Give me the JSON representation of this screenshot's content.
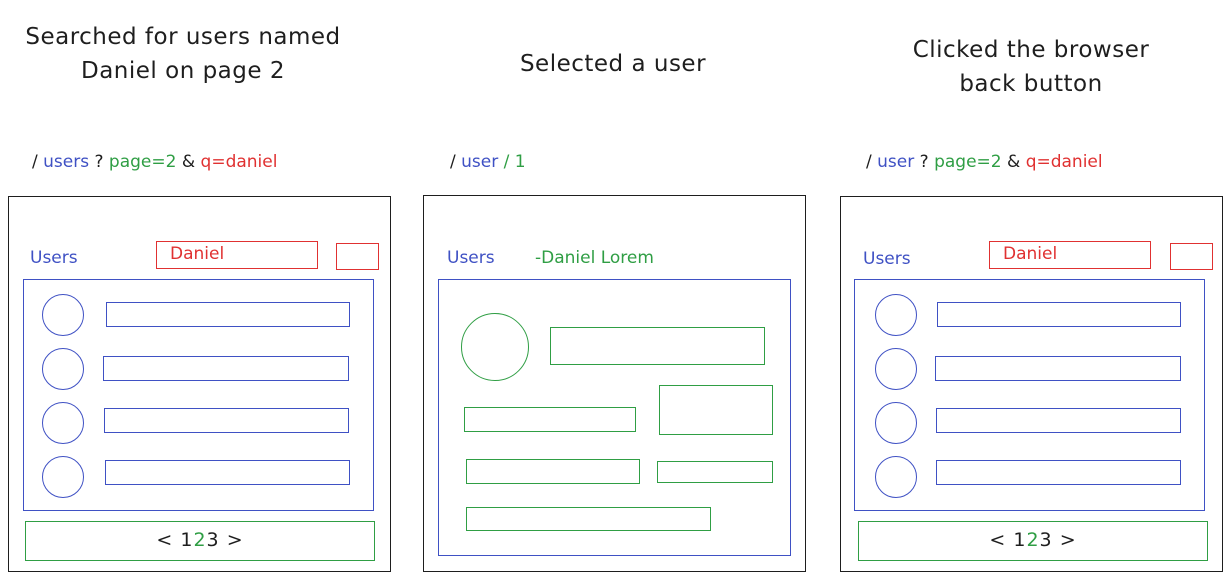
{
  "colors": {
    "path": "#3f51c4",
    "page_param": "#2f9e44",
    "query_param": "#e03131",
    "text": "#1e1e1e"
  },
  "steps": [
    {
      "title_lines": [
        "Searched for users named",
        "Daniel on page 2"
      ],
      "url": {
        "slash": "/",
        "path": "users",
        "q_mark": "?",
        "page": "page=2",
        "amp": "&",
        "query": "q=daniel"
      },
      "users_label": "Users",
      "search_value": "Daniel",
      "pager": {
        "prev": "<",
        "p1": "1",
        "p2": "2",
        "p3": "3",
        "next": ">"
      }
    },
    {
      "title_lines": [
        "Selected a user"
      ],
      "url": {
        "slash": "/",
        "path": "user",
        "sep": "/",
        "id": "1"
      },
      "users_label": "Users",
      "user_name": "-Daniel Lorem"
    },
    {
      "title_lines": [
        "Clicked the browser",
        "back button"
      ],
      "url": {
        "slash": "/",
        "path": "user",
        "q_mark": "?",
        "page": "page=2",
        "amp": "&",
        "query": "q=daniel"
      },
      "users_label": "Users",
      "search_value": "Daniel",
      "pager": {
        "prev": "<",
        "p1": "1",
        "p2": "2",
        "p3": "3",
        "next": ">"
      }
    }
  ]
}
